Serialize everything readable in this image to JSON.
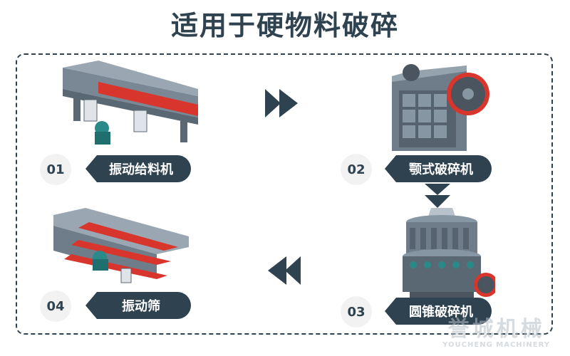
{
  "title": "适用于硬物料破碎",
  "steps": [
    {
      "number": "01",
      "label": "振动给料机"
    },
    {
      "number": "02",
      "label": "颚式破碎机"
    },
    {
      "number": "03",
      "label": "圆锥破碎机"
    },
    {
      "number": "04",
      "label": "振动筛"
    }
  ],
  "watermark": {
    "cn": "誉城机械",
    "en": "YOUCHENG MACHINERY"
  },
  "colors": {
    "dark_slate": "#2f4250",
    "machine_gray": "#6a7a88",
    "accent_red": "#d8352c",
    "number_bg": "#f2f2f2"
  }
}
